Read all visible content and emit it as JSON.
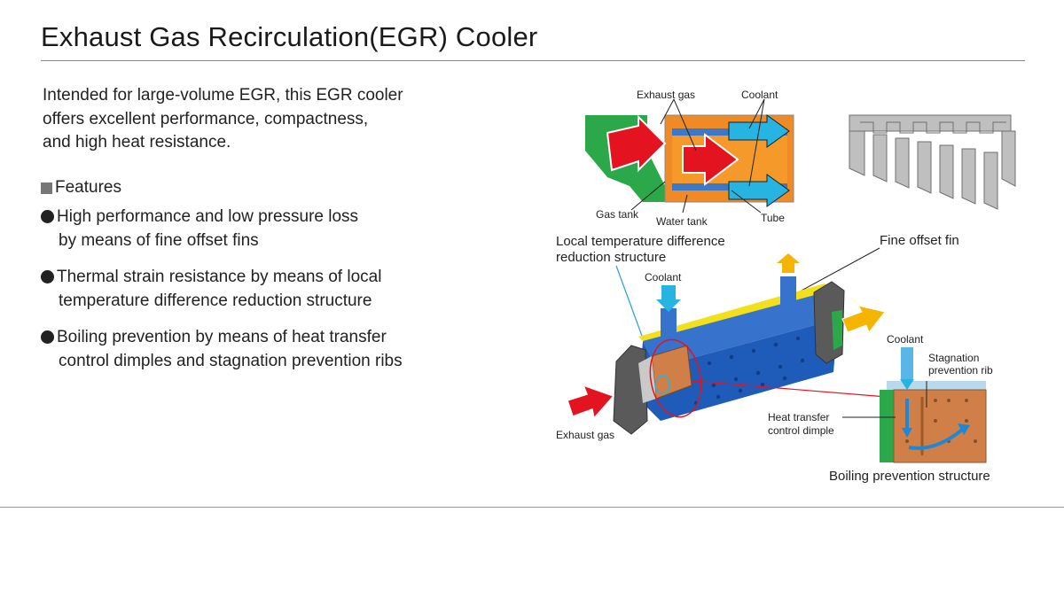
{
  "title": "Exhaust Gas Recirculation(EGR) Cooler",
  "intro": [
    "Intended for large-volume EGR, this EGR cooler",
    "offers excellent performance, compactness,",
    "and high heat resistance."
  ],
  "features_heading": "Features",
  "features": [
    {
      "line1": "High performance and low pressure loss",
      "line2": "by means of fine offset fins"
    },
    {
      "line1": "Thermal strain resistance by means of local",
      "line2": "temperature difference reduction structure"
    },
    {
      "line1": "Boiling prevention by means of heat transfer",
      "line2": "control dimples and stagnation prevention ribs"
    }
  ],
  "diagram": {
    "labels": {
      "exhaust_gas_top": "Exhaust gas",
      "coolant_top": "Coolant",
      "gas_tank": "Gas tank",
      "water_tank": "Water tank",
      "tube": "Tube",
      "local_temp_line1": "Local temperature difference",
      "local_temp_line2": "reduction structure",
      "fine_offset_fin": "Fine offset fin",
      "coolant_mid": "Coolant",
      "coolant_right": "Coolant",
      "stagnation_line1": "Stagnation",
      "stagnation_line2": "prevention rib",
      "dimple_line1": "Heat transfer",
      "dimple_line2": "control dimple",
      "exhaust_gas_bottom": "Exhaust gas",
      "boiling_prevention": "Boiling prevention structure"
    }
  },
  "colors": {
    "exhaust_arrow": "#e3141f",
    "coolant_arrow": "#27b4e0",
    "outlet_arrow": "#f5b400",
    "body_blue": "#1f5bb8",
    "tank_green": "#2aa84a",
    "tube_orange": "#f08a24",
    "copper": "#cf7f47"
  }
}
